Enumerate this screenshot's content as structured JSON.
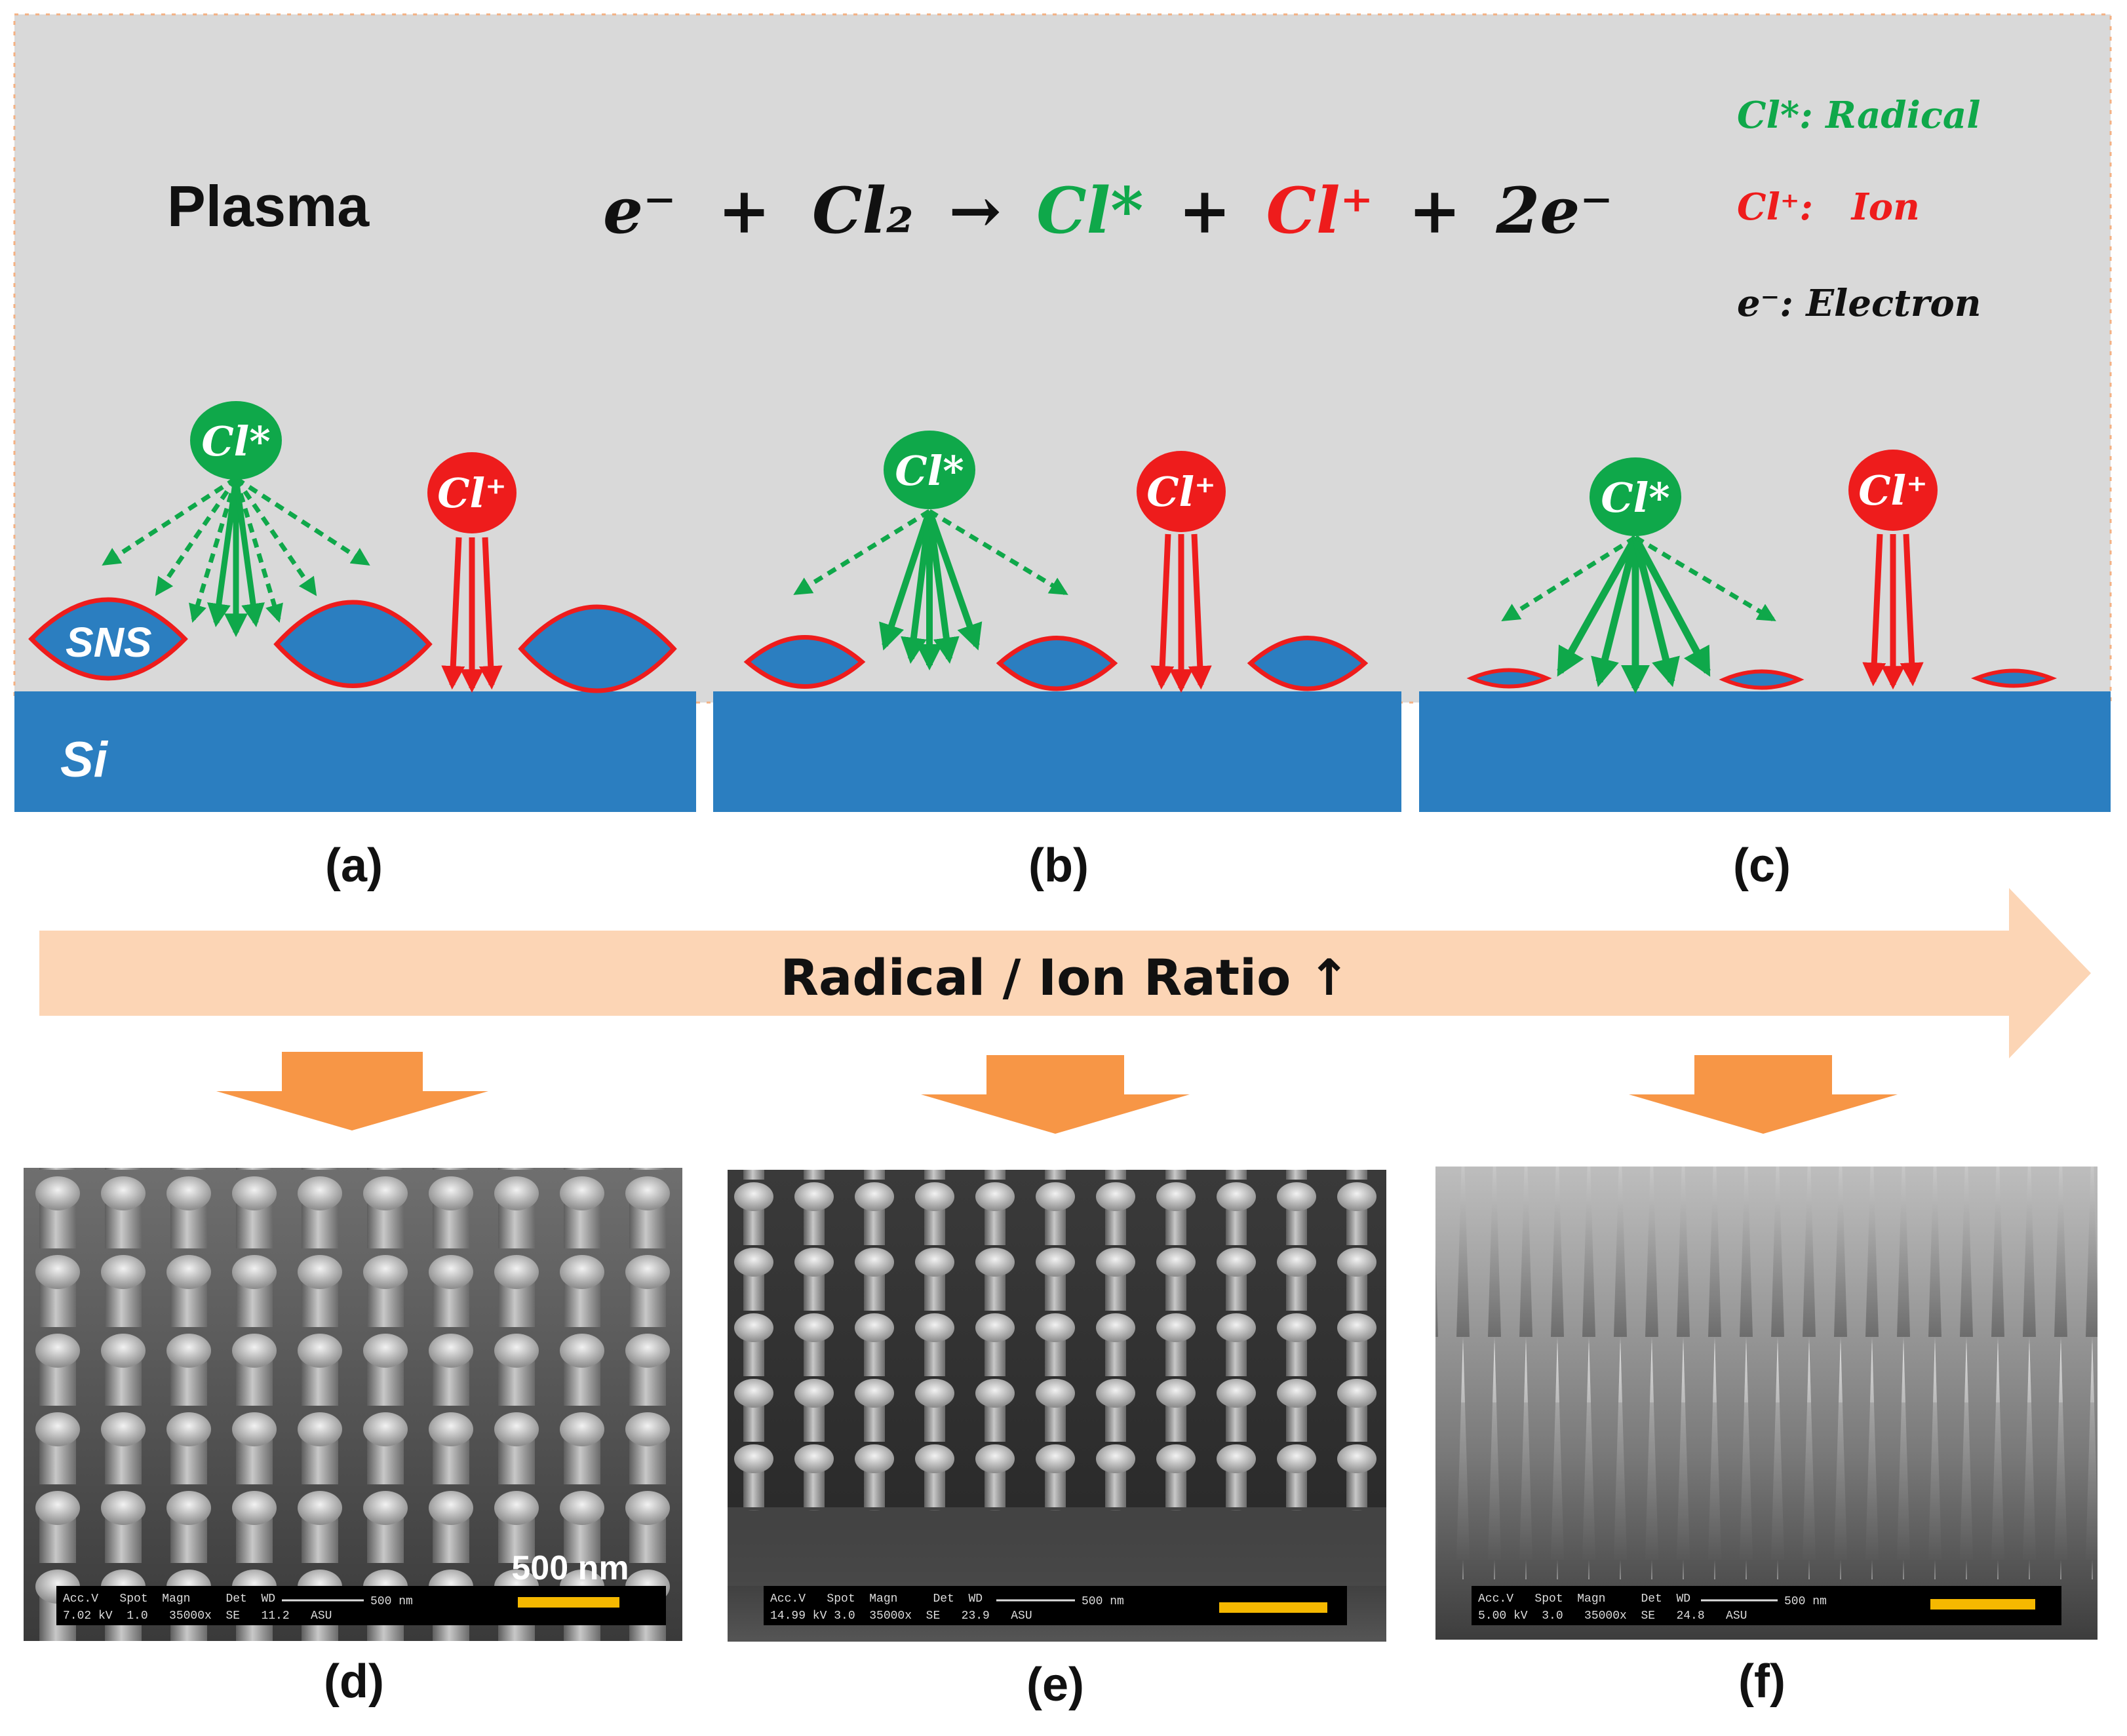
{
  "plasma": {
    "label": "Plasma",
    "equation": {
      "electron": "e⁻",
      "plus1": "+",
      "cl2": "Cl₂",
      "arrow": "→",
      "radical": "Cl*",
      "plus2": "+",
      "ion": "Cl⁺",
      "plus3": "+",
      "two_electrons": "2e⁻"
    }
  },
  "legend": {
    "radical": "Cl*: Radical",
    "ion": "Cl⁺:   Ion",
    "electron": "e⁻: Electron"
  },
  "species": {
    "radical": "Cl*",
    "ion": "Cl⁺"
  },
  "substrate": {
    "sns": "SNS",
    "si": "Si"
  },
  "panel_labels": [
    "(a)",
    "(b)",
    "(c)",
    "(d)",
    "(e)",
    "(f)"
  ],
  "ratio_arrow": "Radical / Ion Ratio ↑",
  "sem": [
    {
      "header": "Acc.V   Spot  Magn     Det  WD",
      "values": "7.02 kV  1.0   35000x  SE   11.2   ASU",
      "scale": "500 nm",
      "overlay": "500 nm"
    },
    {
      "header": "Acc.V   Spot  Magn     Det  WD",
      "values": "14.99 kV 3.0  35000x  SE   23.9   ASU",
      "scale": "500 nm"
    },
    {
      "header": "Acc.V   Spot  Magn     Det  WD",
      "values": "5.00 kV  3.0   35000x  SE   24.8   ASU",
      "scale": "500 nm"
    }
  ],
  "colors": {
    "plasma_bg": "#d9d9d9",
    "substrate": "#2b7ec0",
    "radical": "#0fa84a",
    "ion": "#ee1c1c",
    "ratio_arrow": "#fcd5b5",
    "down_arrow": "#f79646",
    "scale_bar": "#f5b800"
  }
}
